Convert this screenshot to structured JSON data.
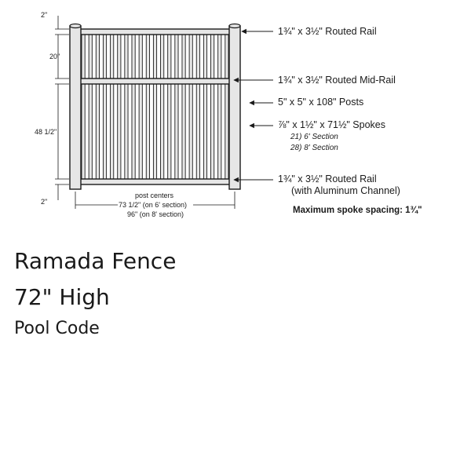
{
  "labels": {
    "top_rail": "1¾\" x 3½\" Routed Rail",
    "mid_rail": "1¾\" x 3½\" Routed Mid-Rail",
    "posts": "5\" x 5\" x 108\" Posts",
    "spokes": "⅞\" x 1½\" x 71½\" Spokes",
    "spokes_6ft": "21) 6' Section",
    "spokes_8ft": "28) 8' Section",
    "bottom_rail": "1¾\" x 3½\" Routed Rail",
    "bottom_rail_note": "(with Aluminum Channel)",
    "spacing_note": "Maximum spoke spacing: 1¾\""
  },
  "dimensions": {
    "top_gap": "2\"",
    "upper_section": "20\"",
    "lower_section": "48 1/2\"",
    "bottom_gap": "2\"",
    "post_centers": "post centers",
    "width_6ft": "73 1/2\" (on 6' section)",
    "width_8ft": "96\" (on 8' section)"
  },
  "caption": {
    "title": "Ramada Fence",
    "height": "72\" High",
    "subtitle": "Pool Code"
  },
  "colors": {
    "fill": "#e6e6e6",
    "stroke": "#1a1a1a"
  }
}
